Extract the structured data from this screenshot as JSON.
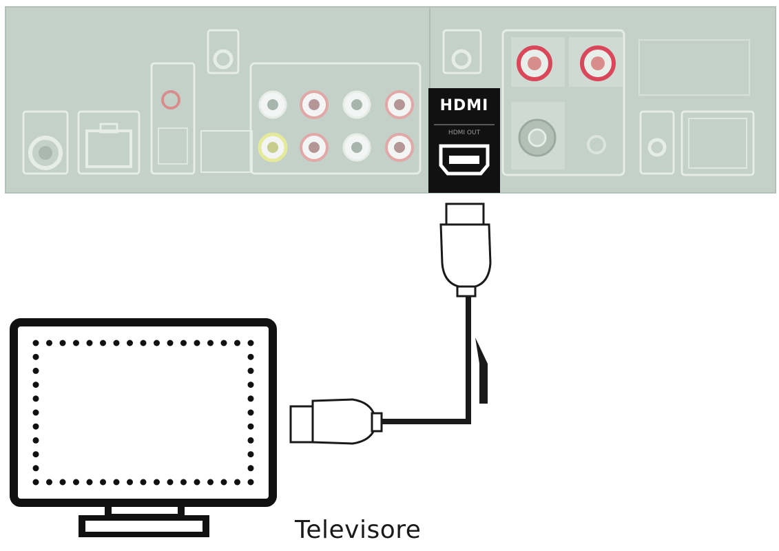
{
  "panel": {
    "hdmi_logo": "HDMI",
    "hdmi_port_label": "HDMI OUT"
  },
  "tv": {
    "label": "Televisore"
  },
  "colors": {
    "panel_bg": "#c3d1c8",
    "hdmi_highlight": "#111111",
    "red_jack": "#d9485a",
    "yellow_jack": "#e5ea9a",
    "cable": "#1a1a1a"
  },
  "icons": {
    "tv": "tv-icon",
    "cable": "hdmi-cable-icon",
    "arrow": "up-arrow-icon"
  }
}
